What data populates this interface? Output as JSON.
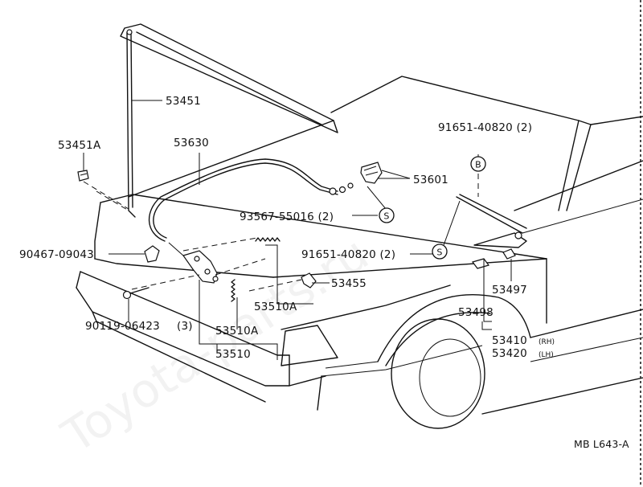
{
  "diagram": {
    "code": "MB L643-A",
    "watermark": "Toyota-parts.ru",
    "parts": {
      "p53451": "53451",
      "p53451a": "53451A",
      "p53630": "53630",
      "p91651_top": "91651-40820 (2)",
      "p53601": "53601",
      "p93567": "93567-55016 (2)",
      "p90467": "90467-09043",
      "p91651_mid": "91651-40820 (2)",
      "p53455": "53455",
      "p53510a_1": "53510A",
      "p53510a_2": "53510A",
      "p53510": "53510",
      "p90119": "90119-06423",
      "p90119_qty": "(3)",
      "p53497": "53497",
      "p53498": "53498",
      "p53410": "53410",
      "p53410_side": "(RH)",
      "p53420": "53420",
      "p53420_side": "(LH)"
    },
    "callouts": {
      "s1": "S",
      "s2": "S",
      "b1": "B"
    }
  }
}
